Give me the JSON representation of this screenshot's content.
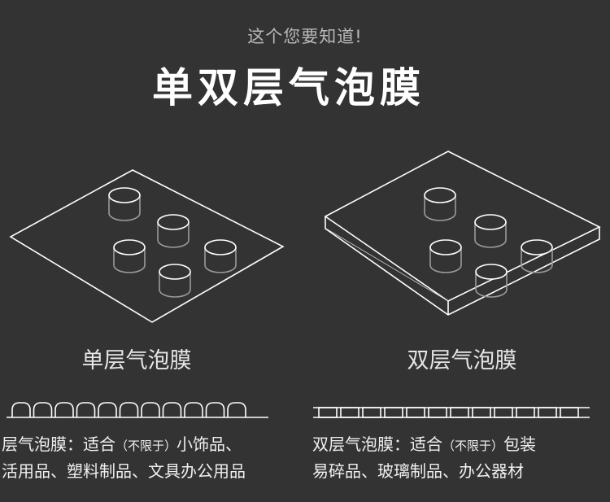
{
  "header": {
    "eyebrow": "这个您要知道!",
    "title": "单双层气泡膜"
  },
  "single": {
    "label": "单层气泡膜",
    "desc_line1_a": "层气泡膜：适合",
    "desc_line1_small": "（不限于）",
    "desc_line1_b": "小饰品、",
    "desc_line2": "活用品、塑料制品、文具办公用品"
  },
  "double": {
    "label": "双层气泡膜",
    "desc_line1_a": "双层气泡膜：适合",
    "desc_line1_small": "（不限于）",
    "desc_line1_b": "包装",
    "desc_line2": "易碎品、玻璃制品、办公器材"
  },
  "colors": {
    "background": "#333333",
    "line": "#ffffff",
    "bubble_shade": "#8a8a8a"
  }
}
